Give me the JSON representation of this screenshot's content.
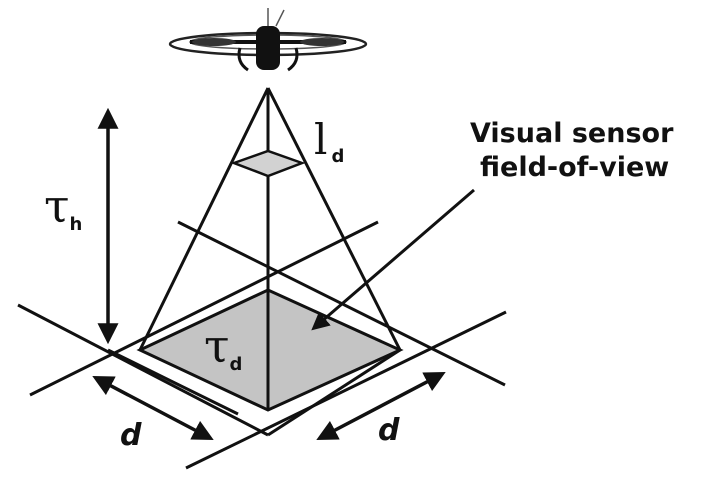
{
  "labels": {
    "tau_h": "τ",
    "tau_h_sub": "h",
    "tau_d": "τ",
    "tau_d_sub": "d",
    "l_d": "l",
    "l_d_sub": "d",
    "sensor_line1": "Visual sensor",
    "sensor_line2": "field-of-view",
    "d_left": "d",
    "d_right": "d"
  },
  "colors": {
    "line": "#111111",
    "fill_gray": "#c4c4c4",
    "fill_small": "#d2d2d2"
  }
}
